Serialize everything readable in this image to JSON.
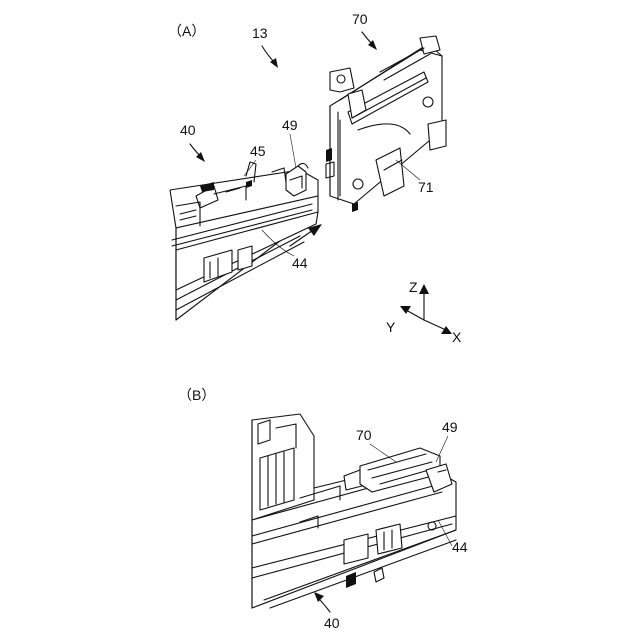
{
  "figure": {
    "panel_a": {
      "caption": "（A）",
      "labels": {
        "assembly": "13",
        "frame": "40",
        "rib": "45",
        "hook": "49",
        "bracket": "70",
        "tab": "71",
        "side_wall": "44"
      }
    },
    "axes": {
      "z": "Z",
      "y": "Y",
      "x": "X"
    },
    "panel_b": {
      "caption": "（B）",
      "labels": {
        "bracket": "70",
        "hook": "49",
        "side_wall": "44",
        "frame": "40"
      }
    }
  }
}
